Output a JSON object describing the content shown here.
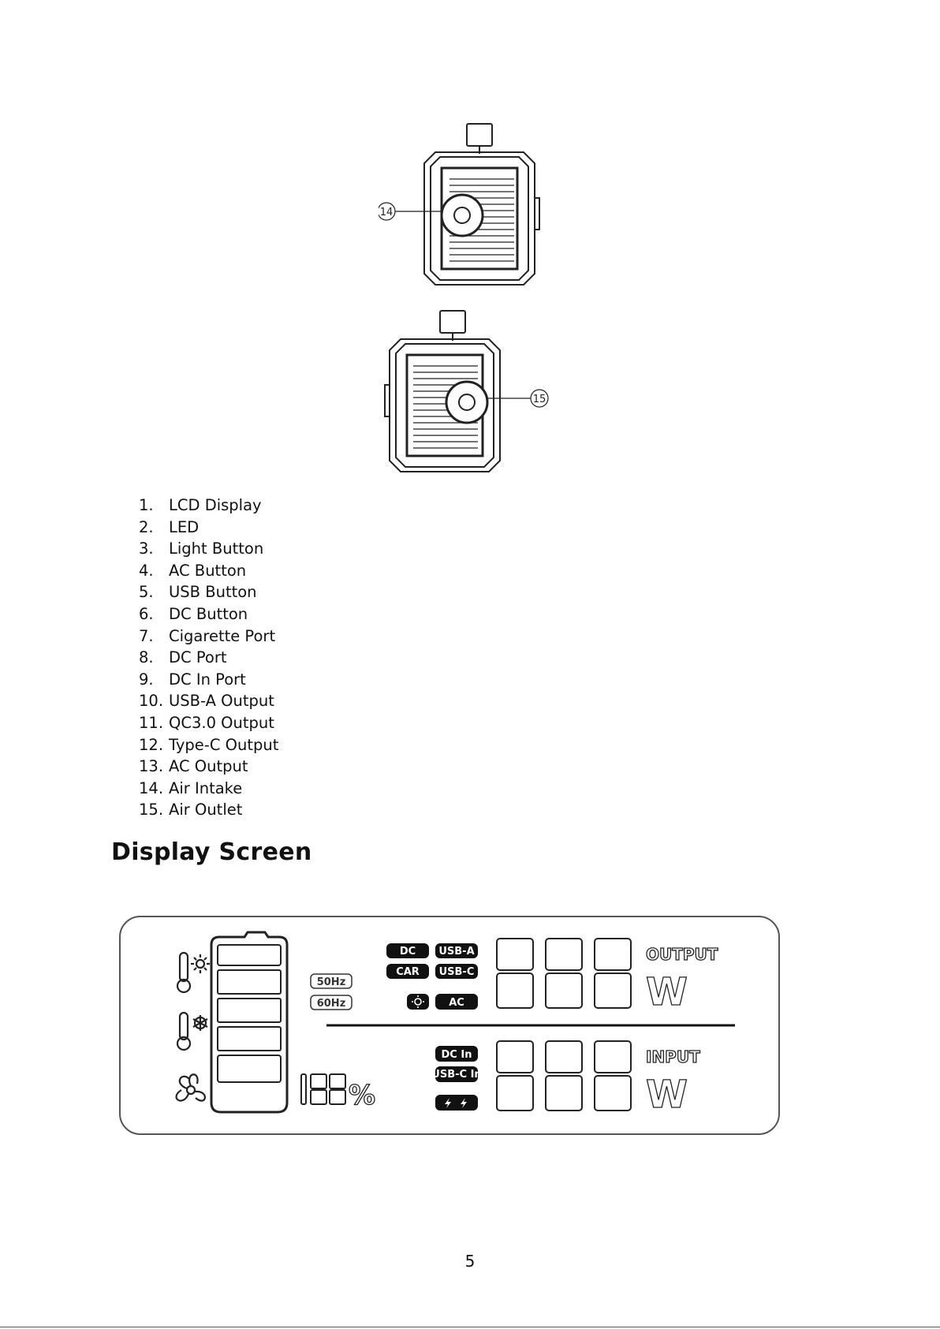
{
  "figures": {
    "air_intake": {
      "callout": "14"
    },
    "air_outlet": {
      "callout": "15"
    }
  },
  "parts_list": [
    {
      "num": "1.",
      "label": "LCD Display"
    },
    {
      "num": "2.",
      "label": "LED"
    },
    {
      "num": "3.",
      "label": "Light Button"
    },
    {
      "num": "4.",
      "label": "AC Button"
    },
    {
      "num": "5.",
      "label": "USB Button"
    },
    {
      "num": "6.",
      "label": "DC Button"
    },
    {
      "num": "7.",
      "label": "Cigarette Port"
    },
    {
      "num": "8.",
      "label": "DC Port"
    },
    {
      "num": "9.",
      "label": "DC In Port"
    },
    {
      "num": "10.",
      "label": "USB-A Output"
    },
    {
      "num": "11.",
      "label": "QC3.0 Output"
    },
    {
      "num": "12.",
      "label": "Type-C Output"
    },
    {
      "num": "13.",
      "label": "AC Output"
    },
    {
      "num": "14.",
      "label": "Air Intake"
    },
    {
      "num": "15.",
      "label": "Air Outlet"
    }
  ],
  "section_title": "Display Screen",
  "lcd": {
    "hz_labels": [
      "50Hz",
      "60Hz"
    ],
    "output_badges": {
      "dc": "DC",
      "usb_a": "USB-A",
      "car": "CAR",
      "usb_c": "USB-C",
      "ac": "AC"
    },
    "input_badges": {
      "dc_in": "DC In",
      "usb_c_in": "USB-C In"
    },
    "output_label": "OUTPUT",
    "input_label": "INPUT",
    "unit": "W",
    "percent_sign": "%"
  },
  "page_number": "5"
}
